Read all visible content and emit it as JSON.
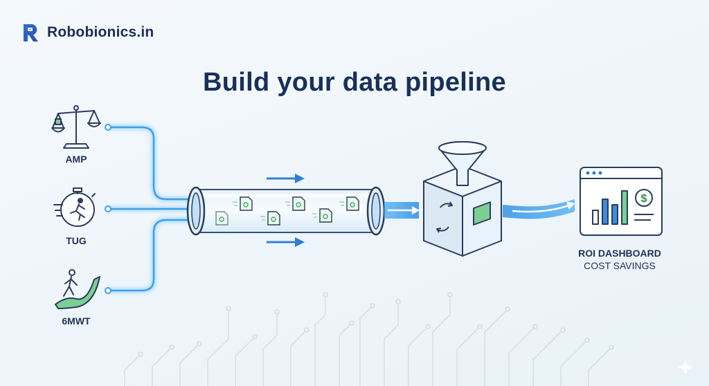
{
  "brand": {
    "name": "Robobionics.in",
    "logo_icon": "robobionics-r-logo-icon"
  },
  "title": "Build your data pipeline",
  "inputs": [
    {
      "label": "AMP",
      "icon": "balance-scale-icon"
    },
    {
      "label": "TUG",
      "icon": "stopwatch-runner-icon"
    },
    {
      "label": "6MWT",
      "icon": "walking-path-icon"
    }
  ],
  "output": {
    "line1": "ROI DASHBOARD",
    "line2": "COST SAVINGS",
    "icon": "dashboard-chart-dollar-icon"
  },
  "colors": {
    "accent": "#3aa0f0",
    "title": "#18305a",
    "green": "#5cbf7a",
    "line": "#8fd0ff"
  }
}
